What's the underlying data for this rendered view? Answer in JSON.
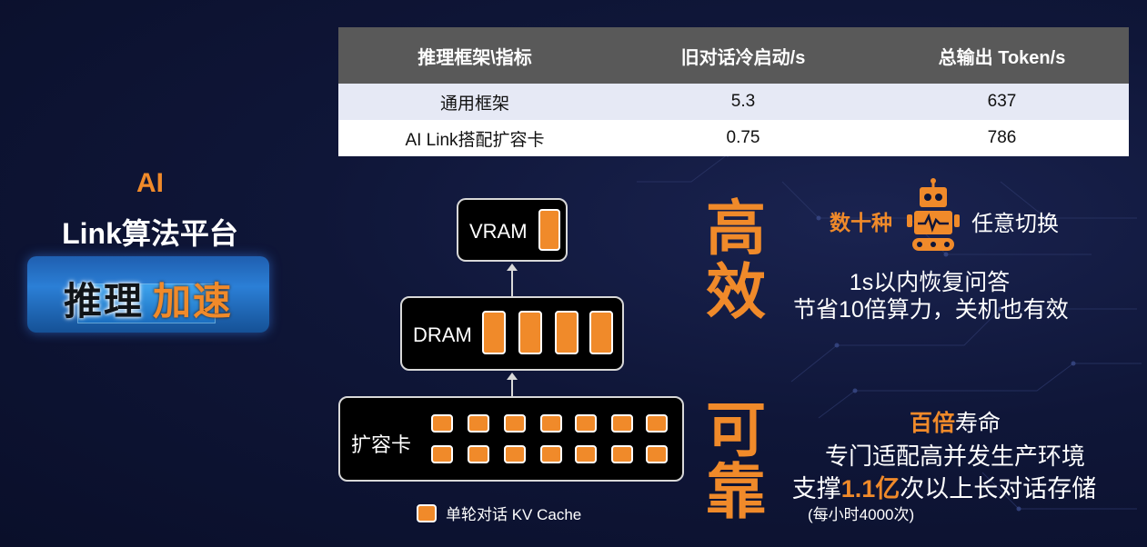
{
  "left": {
    "title_ai": "AI",
    "title_platform": "Link算法平台",
    "banner_part1": "推理",
    "banner_part2": "加速"
  },
  "table": {
    "headers": [
      "推理框架\\指标",
      "旧对话冷启动/s",
      "总输出 Token/s"
    ],
    "rows": [
      [
        "通用框架",
        "5.3",
        "637"
      ],
      [
        "AI Link搭配扩容卡",
        "0.75",
        "786"
      ]
    ]
  },
  "diagram": {
    "vram_label": "VRAM",
    "dram_label": "DRAM",
    "card_label": "扩容卡",
    "legend": "单轮对话 KV Cache"
  },
  "efficient": {
    "char1": "高",
    "char2": "效",
    "highlight": "数十种",
    "switch": "任意切换",
    "line1": "1s以内恢复问答",
    "line2": "节省10倍算力，关机也有效"
  },
  "reliable": {
    "char1": "可",
    "char2": "靠",
    "hl1": "百倍",
    "hl1_rest": "寿命",
    "line2": "专门适配高并发生产环境",
    "line3_pre": "支撑",
    "line3_hl": "1.1亿",
    "line3_post": "次以上长对话存储",
    "line4": "(每小时4000次)"
  },
  "colors": {
    "accent": "#f08a2a",
    "background": "#0f1638",
    "table_header": "#595959"
  }
}
